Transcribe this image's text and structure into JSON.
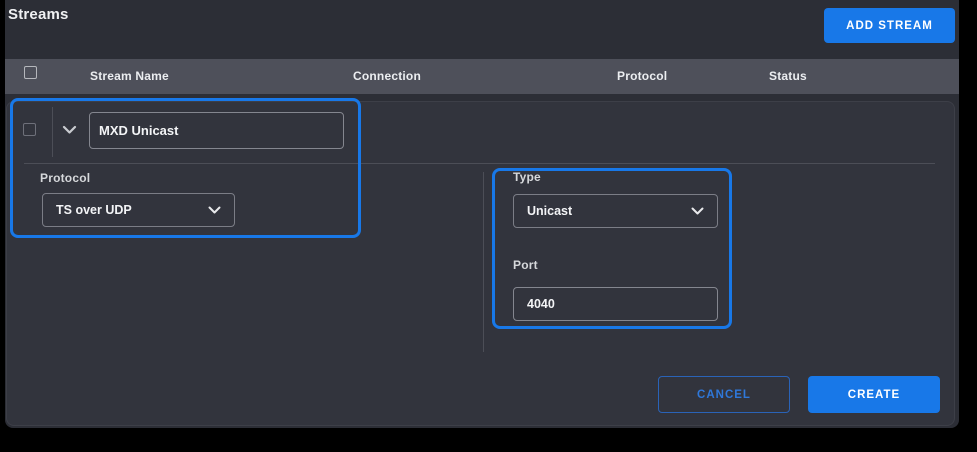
{
  "colors": {
    "accent": "#1878e8",
    "panel_bg": "#2c2e36",
    "card_bg": "#32343d",
    "header_row_bg": "#4e505a"
  },
  "header": {
    "title": "Streams",
    "add_button_label": "ADD STREAM"
  },
  "table": {
    "columns": [
      "Stream Name",
      "Connection",
      "Protocol",
      "Status"
    ],
    "select_all_checked": false
  },
  "stream_row": {
    "name_value": "MXD Unicast",
    "checkbox_checked": false,
    "expander_icon": "chevron-down"
  },
  "edit_form": {
    "protocol": {
      "label": "Protocol",
      "selected": "TS over UDP"
    },
    "type": {
      "label": "Type",
      "selected": "Unicast"
    },
    "port": {
      "label": "Port",
      "value": "4040"
    }
  },
  "footer": {
    "cancel_label": "CANCEL",
    "create_label": "CREATE"
  }
}
